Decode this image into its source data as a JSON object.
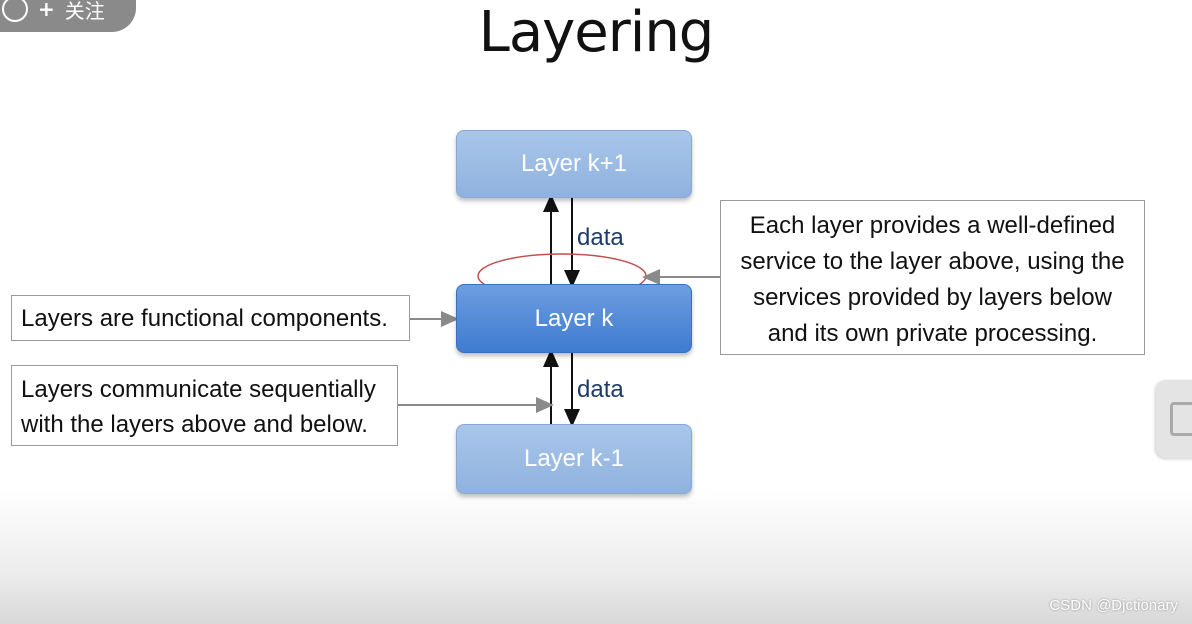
{
  "badge": {
    "label": "关注"
  },
  "title": "Layering",
  "layers": {
    "top": "Layer k+1",
    "middle": "Layer k",
    "bottom": "Layer k-1"
  },
  "data_labels": {
    "upper": "data",
    "lower": "data"
  },
  "notes": {
    "functional": "Layers are functional components.",
    "communicate": [
      "Layers communicate sequentially",
      "with the layers above and below."
    ],
    "service": [
      "Each layer provides a well-defined",
      "service to the layer above, using the",
      "services provided by layers below",
      "and its own private processing."
    ]
  },
  "watermark": "CSDN @Djctionary",
  "colors": {
    "layer_light": "#a9c6ea",
    "layer_dark": "#4a86d6",
    "ellipse": "#c0504d",
    "arrow_gray": "#8a8a8a"
  }
}
